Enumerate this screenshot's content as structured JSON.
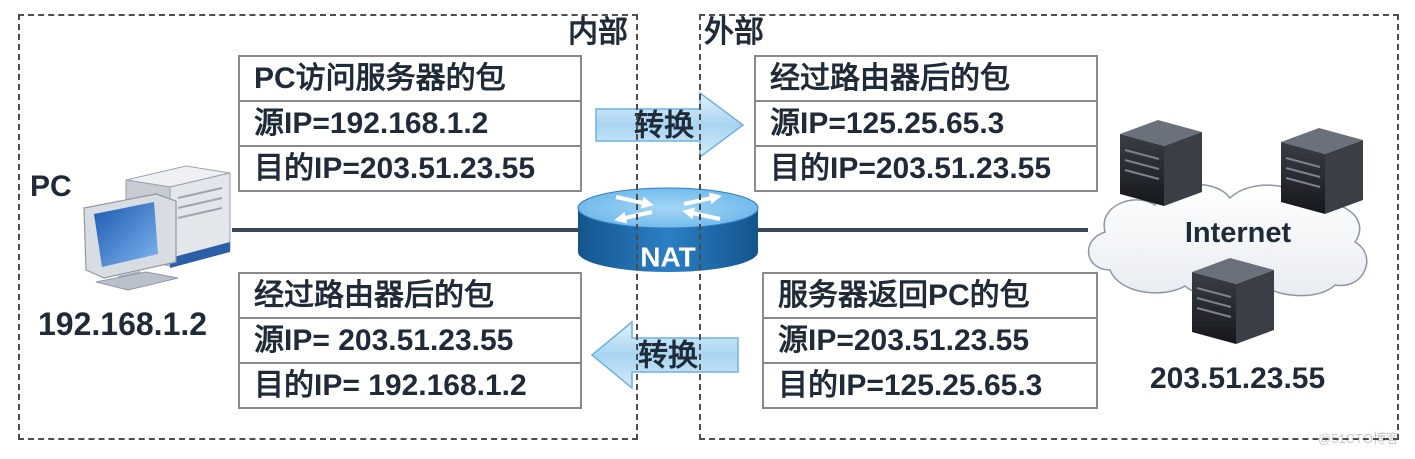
{
  "zones": {
    "inside_label": "内部",
    "outside_label": "外部"
  },
  "packets": {
    "pc_to_server": {
      "title": "PC访问服务器的包",
      "source": "源IP=192.168.1.2",
      "destination": "目的IP=203.51.23.55"
    },
    "after_router_outbound": {
      "title": "经过路由器后的包",
      "source": "源IP=125.25.65.3",
      "destination": "目的IP=203.51.23.55"
    },
    "after_router_inbound": {
      "title": "经过路由器后的包",
      "source": "源IP= 203.51.23.55",
      "destination": "目的IP= 192.168.1.2"
    },
    "server_to_pc": {
      "title": "服务器返回PC的包",
      "source": "源IP=203.51.23.55",
      "destination": "目的IP=125.25.65.3"
    }
  },
  "arrows": {
    "outbound_label": "转换",
    "inbound_label": "转换"
  },
  "router": {
    "label": "NAT",
    "icon": "router-icon"
  },
  "pc": {
    "label": "PC",
    "ip": "192.168.1.2",
    "icon": "pc-icon"
  },
  "internet": {
    "label": "Internet",
    "server_ip": "203.51.23.55",
    "icon": "cloud-icon",
    "server_icon": "server-icon"
  },
  "watermark": "@51CTO博客",
  "colors": {
    "text": "#1f2b38",
    "dashed_border": "#4d4d4d",
    "table_border": "#8a8a8a",
    "link_line": "#3a4856",
    "arrow_fill": "#a8d5f2",
    "arrow_stroke": "#6fb3e2",
    "router_blue": "#2b7fc4",
    "router_top": "#6ab6ea",
    "watermark": "#c9c9c9"
  }
}
